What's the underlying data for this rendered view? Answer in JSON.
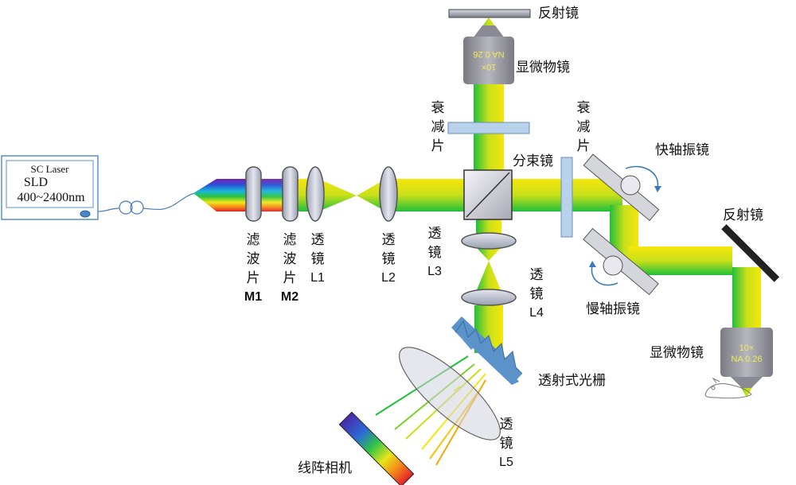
{
  "source": {
    "brand": "SC Laser",
    "model": "SLD",
    "range": "400~2400nm"
  },
  "labels": {
    "mirror_top": "反射镜",
    "objective_top": "显微物镜",
    "objective_top_spec_a": "10×",
    "objective_top_spec_b": "NA 0.26",
    "attenuator_left": [
      "衰",
      "减",
      "片"
    ],
    "attenuator_right": [
      "衰",
      "减",
      "片"
    ],
    "beamsplitter": "分束镜",
    "fast_galvo": "快轴振镜",
    "slow_galvo": "慢轴振镜",
    "mirror_right": "反射镜",
    "objective_right": "显微物镜",
    "objective_right_spec_a": "10×",
    "objective_right_spec_b": "NA 0.26",
    "filter_m1": [
      "滤",
      "波",
      "片"
    ],
    "filter_m1_id": "M1",
    "filter_m2": [
      "滤",
      "波",
      "片"
    ],
    "filter_m2_id": "M2",
    "lens_l1": [
      "透",
      "镜"
    ],
    "lens_l1_id": "L1",
    "lens_l2": [
      "透",
      "镜"
    ],
    "lens_l2_id": "L2",
    "lens_l3": [
      "透",
      "镜"
    ],
    "lens_l3_id": "L3",
    "lens_l4": [
      "透",
      "镜"
    ],
    "lens_l4_id": "L4",
    "lens_l5": [
      "透",
      "镜"
    ],
    "lens_l5_id": "L5",
    "grating": "透射式光栅",
    "camera": "线阵相机"
  },
  "colors": {
    "beam_green": "#1fbf3a",
    "beam_yellow": "#f6e60a",
    "lens_fill": "#c9ccd8",
    "optic_blue": "#b7d2ea",
    "grating_blue": "#5b92c9",
    "objective_gray": "#8d8d96"
  }
}
